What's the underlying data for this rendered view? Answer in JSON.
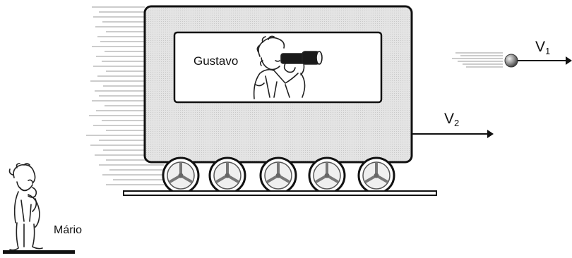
{
  "labels": {
    "gustavo": "Gustavo",
    "mario": "Mário",
    "v1_symbol": "V",
    "v1_sub": "1",
    "v2_symbol": "V",
    "v2_sub": "2"
  },
  "icons": {
    "observer_in_wagon": "person-with-binoculars-icon",
    "observer_on_ground": "standing-person-icon",
    "projectile": "ball-icon"
  },
  "colors": {
    "wagon_fill": "#dcdcdc",
    "window_fill": "#ffffff",
    "outline": "#111111",
    "ball": "#8a8a8a"
  }
}
